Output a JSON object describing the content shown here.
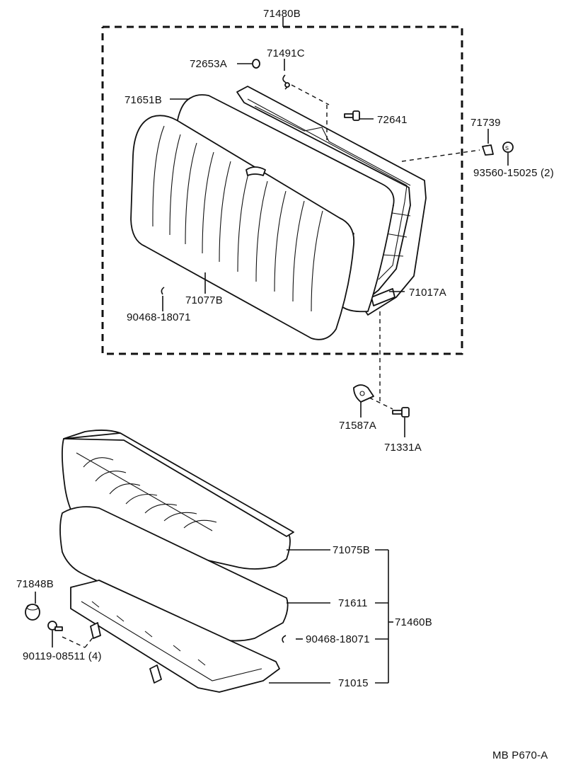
{
  "diagram": {
    "code": "MB P670-A",
    "labels": {
      "seatback_assembly": "71480B",
      "pin_72653A": "72653A",
      "hook_71491C": "71491C",
      "pad_71651B": "71651B",
      "bolt_72641": "72641",
      "part_71739": "71739",
      "washer_93560": "93560-15025 (2)",
      "hogring_upper": "90468-18071",
      "cover_71077B": "71077B",
      "frame_71017A": "71017A",
      "bracket_71587A": "71587A",
      "bolt_71331A": "71331A",
      "cover_71075B": "71075B",
      "cushion_assembly": "71460B",
      "cap_71848B": "71848B",
      "pad_71611": "71611",
      "hogring_lower": "90468-18071",
      "bolt_90119": "90119-08511 (4)",
      "frame_71015": "71015"
    }
  }
}
